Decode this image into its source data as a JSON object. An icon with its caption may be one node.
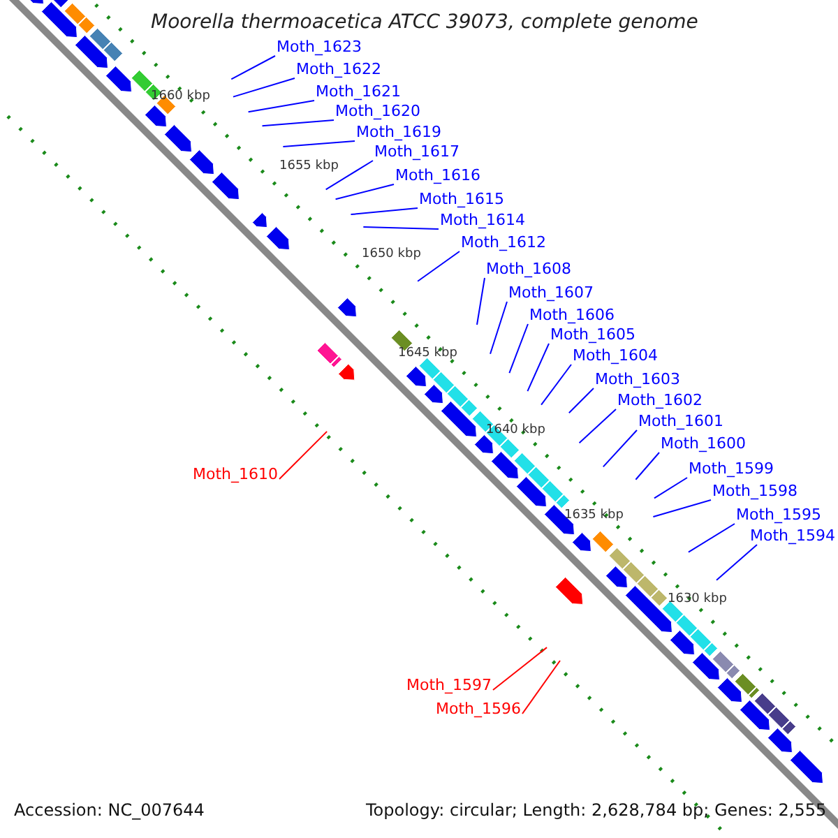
{
  "diagram": {
    "title": "Moorella thermoacetica ATCC 39073, complete genome",
    "nodes": [
      {
        "text": [
          "Moth_1623"
        ]
      },
      {
        "text": [
          "Moth_1622"
        ]
      },
      {
        "text": [
          "Moth_1621"
        ]
      },
      {
        "text": [
          "Moth_1620"
        ]
      },
      {
        "text": [
          "Moth_1619"
        ]
      },
      {
        "text": [
          "Moth_1617"
        ]
      },
      {
        "text": [
          "Moth_1616"
        ]
      },
      {
        "text": [
          "Moth_1615"
        ]
      },
      {
        "text": [
          "Moth_1614"
        ]
      },
      {
        "text": [
          "Moth_1612"
        ]
      },
      {
        "text": [
          "Moth_1608"
        ]
      },
      {
        "text": [
          "Moth_1607"
        ]
      },
      {
        "text": [
          "Moth_1606"
        ]
      },
      {
        "text": [
          "Moth_1605"
        ]
      },
      {
        "text": [
          "Moth_1604"
        ]
      },
      {
        "text": [
          "Moth_1603"
        ]
      },
      {
        "text": [
          "Moth_1602"
        ]
      },
      {
        "text": [
          "Moth_1601"
        ]
      },
      {
        "text": [
          "Moth_1600"
        ]
      },
      {
        "text": [
          "Moth_1599"
        ]
      },
      {
        "text": [
          "Moth_1598"
        ]
      },
      {
        "text": [
          "Moth_1595"
        ]
      },
      {
        "text": [
          "Moth_1594"
        ]
      },
      {
        "text": [
          "Moth_1610"
        ]
      },
      {
        "text": [
          "Moth_1597"
        ]
      },
      {
        "text": [
          "Moth_1596"
        ]
      }
    ],
    "edges": [
      {
        "from": 0,
        "to": null,
        "arrow": "none"
      },
      {
        "from": 1,
        "to": null,
        "arrow": "none"
      },
      {
        "from": 2,
        "to": null,
        "arrow": "none"
      },
      {
        "from": 3,
        "to": null,
        "arrow": "none"
      },
      {
        "from": 4,
        "to": null,
        "arrow": "none"
      },
      {
        "from": 5,
        "to": null,
        "arrow": "none"
      },
      {
        "from": 6,
        "to": null,
        "arrow": "none"
      },
      {
        "from": 7,
        "to": null,
        "arrow": "none"
      },
      {
        "from": 8,
        "to": null,
        "arrow": "none"
      },
      {
        "from": 9,
        "to": null,
        "arrow": "none"
      },
      {
        "from": 10,
        "to": null,
        "arrow": "none"
      },
      {
        "from": 11,
        "to": null,
        "arrow": "none"
      },
      {
        "from": 12,
        "to": null,
        "arrow": "none"
      },
      {
        "from": 13,
        "to": null,
        "arrow": "none"
      },
      {
        "from": 14,
        "to": null,
        "arrow": "none"
      },
      {
        "from": 15,
        "to": null,
        "arrow": "none"
      },
      {
        "from": 16,
        "to": null,
        "arrow": "none"
      },
      {
        "from": 17,
        "to": null,
        "arrow": "none"
      },
      {
        "from": 18,
        "to": null,
        "arrow": "none"
      },
      {
        "from": 19,
        "to": null,
        "arrow": "none"
      },
      {
        "from": 20,
        "to": null,
        "arrow": "none"
      },
      {
        "from": 21,
        "to": null,
        "arrow": "none"
      },
      {
        "from": 22,
        "to": null,
        "arrow": "none"
      },
      {
        "from": 23,
        "to": null,
        "arrow": "none",
        "color": "#ff0000"
      },
      {
        "from": 24,
        "to": null,
        "arrow": "none",
        "color": "#ff0000"
      },
      {
        "from": 25,
        "to": null,
        "arrow": "none",
        "color": "#ff0000"
      }
    ],
    "labels": [
      "1660 kbp",
      "1655 kbp",
      "1650 kbp",
      "1645 kbp",
      "1640 kbp",
      "1635 kbp",
      "1630 kbp",
      "Accession: NC_007644",
      "Topology: circular; Length: 2,628,784 bp; Genes: 2,555"
    ]
  }
}
